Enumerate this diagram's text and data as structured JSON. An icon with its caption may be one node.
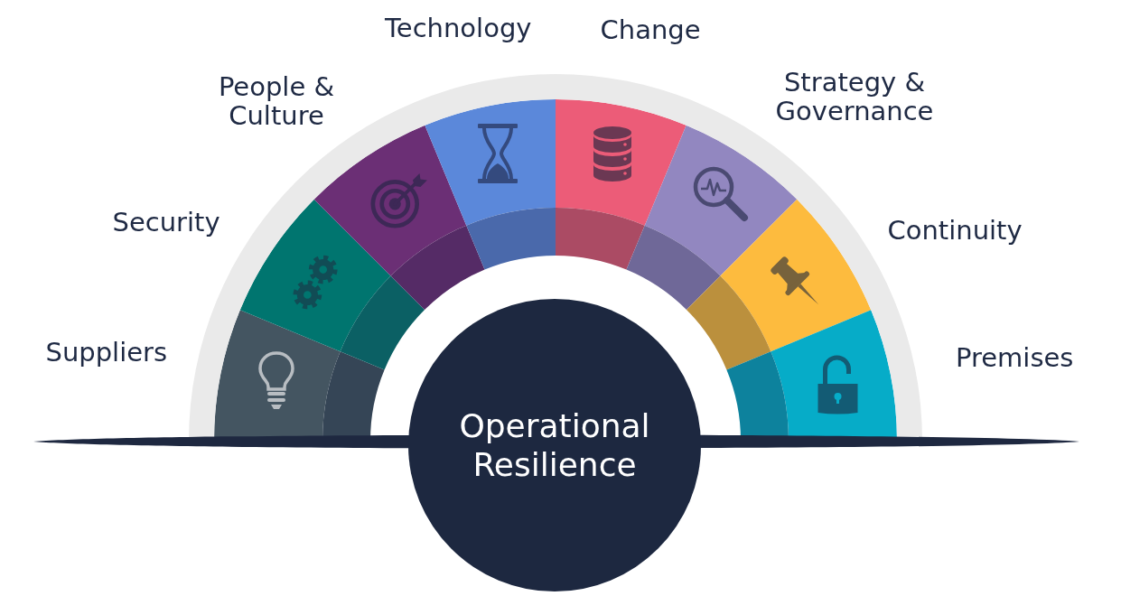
{
  "diagram": {
    "nodes": [
      {
        "text": [
          "Suppliers"
        ]
      },
      {
        "text": [
          "Security"
        ]
      },
      {
        "text": [
          "People & Culture"
        ]
      },
      {
        "text": [
          "Technology"
        ]
      },
      {
        "text": [
          "Change"
        ]
      },
      {
        "text": [
          "Strategy & Governance"
        ]
      },
      {
        "text": [
          "Continuity"
        ]
      },
      {
        "text": [
          "Premises"
        ]
      },
      {
        "text": [
          "Operational Resilience"
        ]
      }
    ]
  }
}
